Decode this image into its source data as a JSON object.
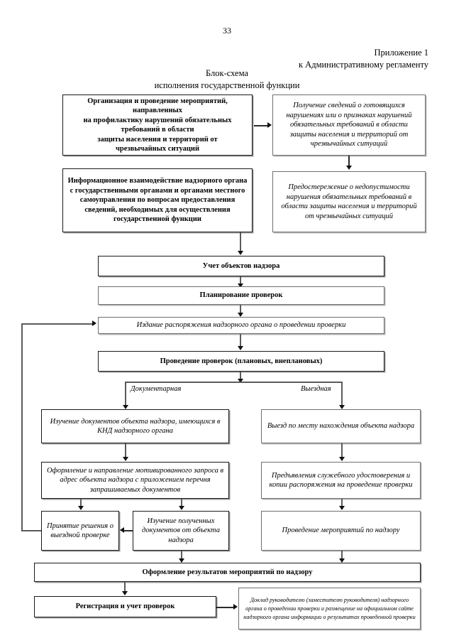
{
  "header": {
    "page_number": "33",
    "appendix_line1": "Приложение 1",
    "appendix_line2": "к Административному регламенту",
    "title_line1": "Блок-схема",
    "title_line2": "исполнения государственной функции"
  },
  "nodes": {
    "org_prevention": "Организация и проведение мероприятий, направленных\nна профилактику нарушений обязательных требований в области\nзащиты населения и территорий от\nчрезвычайных ситуаций",
    "info_exchange": "Информационное взаимодействие надзорного органа с государственными органами и органами местного самоуправления по вопросам предоставления сведений, необходимых для осуществления государственной функции",
    "receive_info": "Получение сведений о готовящихся нарушениях или о признаках нарушений обязательных требований в области защиты населения и территорий от чрезвычайных ситуаций",
    "warning": "Предостережение о недопустимости нарушения обязательных требований в области защиты населения и территорий от чрезвычайных ситуаций",
    "accounting": "Учет объектов надзора",
    "planning": "Планирование проверок",
    "order_issue": "Издание распоряжения надзорного органа о проведении проверки",
    "inspections": "Проведение проверок (плановых, внеплановых)",
    "doc_study": "Изучение документов объекта надзора, имеющихся в КНД надзорного органа",
    "motivated_request": "Оформление и направление мотивированного запроса в адрес объекта надзора с приложением перечня запрашиваемых документов",
    "decision_onsite": "Принятие решения о выездной проверке",
    "study_received": "Изучение полученных документов от объекта надзора",
    "site_visit": "Выезд по месту нахождения объекта надзора",
    "present_id": "Предъявления служебного удостоверения и копии распоряжения на проведение проверки",
    "supervision_actions": "Проведение мероприятий по надзору",
    "results_formalization": "Оформление результатов мероприятий по надзору",
    "registration": "Регистрация и учет проверок",
    "report": "Доклад руководителю (заместителю руководителя) надзорного органа о проведении проверки и размещение на официальном сайте надзорного органа информации о результатах проведенной проверки"
  },
  "branch_labels": {
    "documentary": "Документарная",
    "onsite": "Выездная"
  },
  "colors": {
    "box_border_thick": "#1a1a1a",
    "box_border_thin": "#6f6f6f",
    "shadow": "#9a9a9a",
    "connector": "#5b5b5b",
    "arrow": "#111111",
    "background": "#ffffff"
  }
}
